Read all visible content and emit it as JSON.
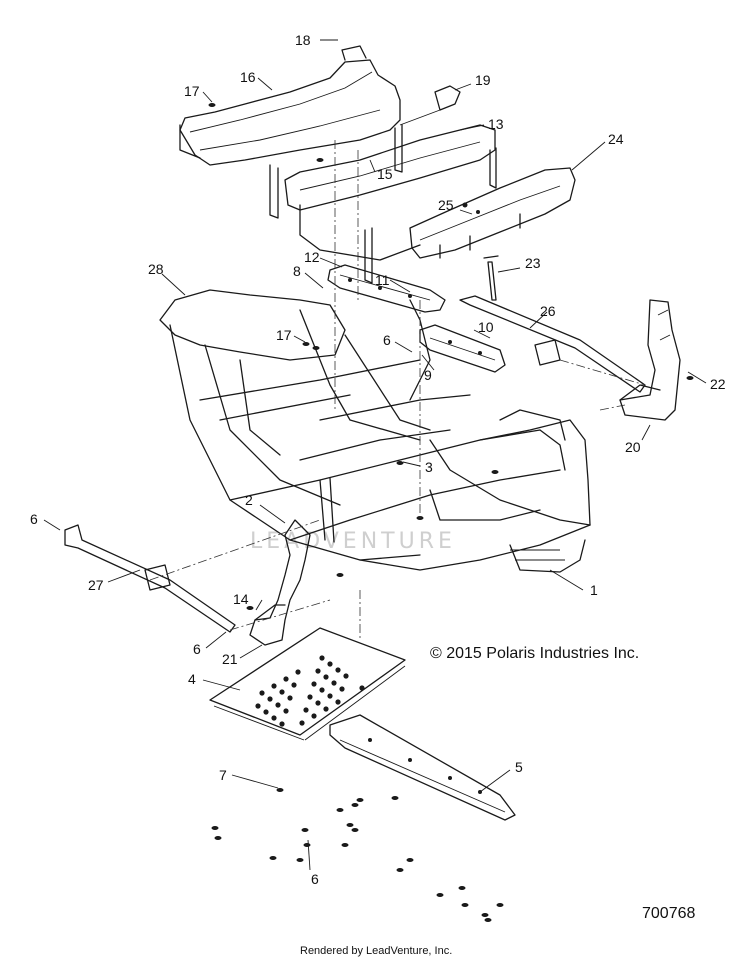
{
  "callouts": [
    {
      "id": "c1",
      "label": "1"
    },
    {
      "id": "c2",
      "label": "2"
    },
    {
      "id": "c3",
      "label": "3"
    },
    {
      "id": "c4",
      "label": "4"
    },
    {
      "id": "c5",
      "label": "5"
    },
    {
      "id": "c6a",
      "label": "6"
    },
    {
      "id": "c6b",
      "label": "6"
    },
    {
      "id": "c6c",
      "label": "6"
    },
    {
      "id": "c6d",
      "label": "6"
    },
    {
      "id": "c7",
      "label": "7"
    },
    {
      "id": "c8",
      "label": "8"
    },
    {
      "id": "c9",
      "label": "9"
    },
    {
      "id": "c10",
      "label": "10"
    },
    {
      "id": "c11",
      "label": "11"
    },
    {
      "id": "c12",
      "label": "12"
    },
    {
      "id": "c13",
      "label": "13"
    },
    {
      "id": "c14",
      "label": "14"
    },
    {
      "id": "c15",
      "label": "15"
    },
    {
      "id": "c16",
      "label": "16"
    },
    {
      "id": "c17a",
      "label": "17"
    },
    {
      "id": "c17b",
      "label": "17"
    },
    {
      "id": "c18",
      "label": "18"
    },
    {
      "id": "c19",
      "label": "19"
    },
    {
      "id": "c20",
      "label": "20"
    },
    {
      "id": "c21",
      "label": "21"
    },
    {
      "id": "c22",
      "label": "22"
    },
    {
      "id": "c23",
      "label": "23"
    },
    {
      "id": "c24",
      "label": "24"
    },
    {
      "id": "c25",
      "label": "25"
    },
    {
      "id": "c26",
      "label": "26"
    },
    {
      "id": "c27",
      "label": "27"
    },
    {
      "id": "c28",
      "label": "28"
    }
  ],
  "copyright": "© 2015 Polaris Industries Inc.",
  "diagram_number": "700768",
  "footer": "Rendered by LeadVenture, Inc.",
  "watermark": "LEADVENTURE"
}
